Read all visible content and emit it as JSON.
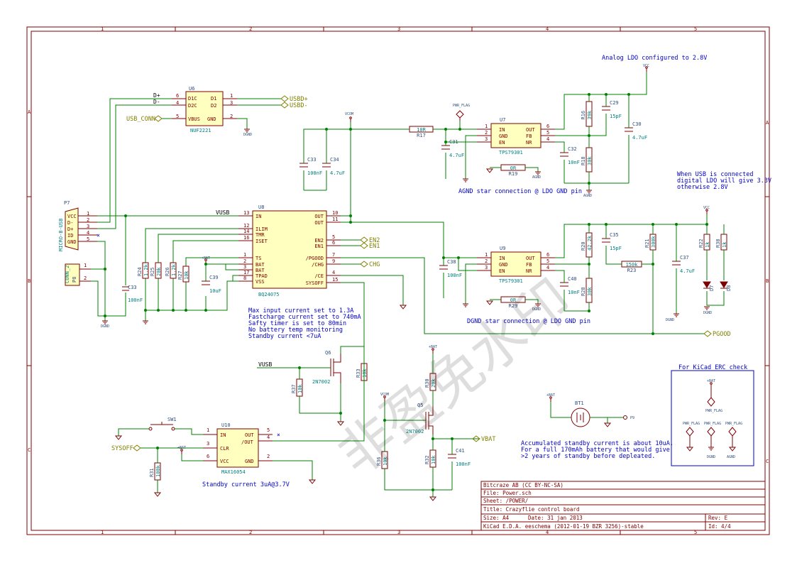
{
  "border": {
    "cols": [
      "1",
      "2",
      "3",
      "4",
      "5"
    ],
    "rows": [
      "A",
      "B",
      "C"
    ]
  },
  "notes": {
    "analog_ldo": "Analog LDO configured to 2.8V",
    "agnd_star": "AGND star connection @ LDO GND pin",
    "dgnd_star": "DGND star connection @ LDO GND pin",
    "usb_line1": "When USB is connected",
    "usb_line2": "digital LDO will give 3.3V",
    "usb_line3": "otherwise 2.8V",
    "max_input_1": "Max input current set to 1.3A",
    "max_input_2": "Fastcharge current set to 740mA",
    "max_input_3": "Safty timer is set to 80min",
    "max_input_4": "No battery temp monitoring",
    "max_input_5": "Standby current <7uA",
    "standby_u10": "Standby current 3uA@3.7V",
    "accum_1": "Accumulated standby current is about 10uA.",
    "accum_2": "For a full 170mAh battery that would give",
    "accum_3": ">2 years of standby before depleated.",
    "erc_title": "For KiCad ERC check"
  },
  "labels": {
    "usbd_plus": "USBD+",
    "usbd_minus": "USBD-",
    "usb_conn": "USB_CONN",
    "en2": "EN2",
    "en1": "EN1",
    "chg": "CHG",
    "pgood": "PGOOD",
    "vbat": "VBAT",
    "sysoff": "SYSOFF",
    "p9": "P9"
  },
  "nets": {
    "dplus": "D+",
    "dminus": "D-",
    "vusb_a": "VUSB",
    "vusb_b": "VUSB"
  },
  "components": {
    "u6": {
      "ref": "U6",
      "val": "NUF2221",
      "pins": [
        "D1C",
        "D2C",
        "VBUS",
        "D1",
        "D2",
        "GND"
      ],
      "nums": [
        "6",
        "4",
        "5",
        "1",
        "3",
        "2"
      ]
    },
    "u7": {
      "ref": "U7",
      "val": "TPS79301",
      "pins": [
        "IN",
        "GND",
        "EN",
        "OUT",
        "FB",
        "NR"
      ],
      "nums": [
        "1",
        "2",
        "3",
        "6",
        "5",
        "4"
      ]
    },
    "u8": {
      "ref": "U8",
      "val": "BQ24075",
      "pins": [
        "IN",
        "ILIM",
        "TMR",
        "ISET",
        "TS",
        "BAT",
        "BAT",
        "TPAD",
        "VSS",
        "OUT",
        "OUT",
        "EN2",
        "EN1",
        "/PGOOD",
        "/CHG",
        "/CE",
        "SYSOFF"
      ],
      "nums": [
        "13",
        "12",
        "14",
        "16",
        "1",
        "2",
        "3",
        "17",
        "8",
        "10",
        "11",
        "5",
        "6",
        "7",
        "9",
        "4",
        "15"
      ]
    },
    "u9": {
      "ref": "U9",
      "val": "TPS79301",
      "pins": [
        "IN",
        "GND",
        "EN",
        "OUT",
        "FB",
        "NR"
      ],
      "nums": [
        "1",
        "2",
        "3",
        "6",
        "5",
        "4"
      ]
    },
    "u10": {
      "ref": "U10",
      "val": "MAX16054",
      "pins": [
        "IN",
        "CLR",
        "VCC",
        "OUT",
        "/OUT",
        "GND"
      ],
      "nums": [
        "1",
        "3",
        "6",
        "5",
        "4",
        "2"
      ]
    },
    "p7": {
      "ref": "P7",
      "val": "MICRO-B-USB",
      "pins": [
        "VCC",
        "D-",
        "D+",
        "ID",
        "GND"
      ],
      "nums": [
        "1",
        "2",
        "3",
        "4",
        "5"
      ]
    },
    "p8": {
      "ref": "P8",
      "val": "CONN_2",
      "nums": [
        "1",
        "2"
      ]
    },
    "q6": {
      "ref": "Q6",
      "val": "2N7002"
    },
    "q5": {
      "ref": "Q5",
      "val": "2N7002"
    },
    "sw1": {
      "ref": "SW1"
    },
    "bt1": {
      "ref": "BT1"
    },
    "d7": {
      "ref": "D7"
    },
    "d8": {
      "ref": "D8"
    }
  },
  "passives": [
    {
      "ref": "R17",
      "val": "10R"
    },
    {
      "ref": "R19",
      "val": "0R"
    },
    {
      "ref": "R16",
      "val": "39k"
    },
    {
      "ref": "R18",
      "val": "30k"
    },
    {
      "ref": "R20",
      "val": "42.2k"
    },
    {
      "ref": "R28",
      "val": "30k"
    },
    {
      "ref": "R29",
      "val": "0R"
    },
    {
      "ref": "R23",
      "val": "150k"
    },
    {
      "ref": "R21",
      "val": "300k"
    },
    {
      "ref": "R22",
      "val": "1k"
    },
    {
      "ref": "R38",
      "val": "1k"
    },
    {
      "ref": "R24",
      "val": "1.2k"
    },
    {
      "ref": "R25",
      "val": "20k"
    },
    {
      "ref": "R26",
      "val": "1.2k"
    },
    {
      "ref": "R27",
      "val": "10k"
    },
    {
      "ref": "R37",
      "val": "10k"
    },
    {
      "ref": "R33",
      "val": "10k"
    },
    {
      "ref": "R30",
      "val": "20k"
    },
    {
      "ref": "R36",
      "val": "10k"
    },
    {
      "ref": "R32",
      "val": "10k"
    },
    {
      "ref": "R31",
      "val": "100k"
    },
    {
      "ref": "C29",
      "val": "15pF"
    },
    {
      "ref": "C30",
      "val": "4.7uF"
    },
    {
      "ref": "C31",
      "val": "4.7uF"
    },
    {
      "ref": "C32",
      "val": "10nF"
    },
    {
      "ref": "C33",
      "val": "100nF"
    },
    {
      "ref": "C34",
      "val": "4.7uF"
    },
    {
      "ref": "C35",
      "val": "15pF"
    },
    {
      "ref": "C37",
      "val": "4.7uF"
    },
    {
      "ref": "C38",
      "val": "100nF"
    },
    {
      "ref": "C40",
      "val": "10nF"
    },
    {
      "ref": "C36",
      "val": "100nF"
    },
    {
      "ref": "C39",
      "val": "10uF"
    },
    {
      "ref": "C41",
      "val": "100nF"
    }
  ],
  "power": {
    "vcom": "VCOM",
    "vcc": "VCC",
    "vbat": "+BAT",
    "dgnd": "DGND",
    "agnd": "AGND",
    "pwr_flag": "PWR_FLAG"
  },
  "titleblock": {
    "company": "Bitcraze AB (CC BY-NC-SA)",
    "file": "File: Power.sch",
    "sheet": "Sheet: /POWER/",
    "title": "Title: Crazyflie control board",
    "size": "Size: A4",
    "date": "Date: 31 jan 2013",
    "rev": "Rev: E",
    "kicad": "KiCad E.D.A.  eeschema (2012-01-19 BZR 3256)-stable",
    "id": "Id: 4/4"
  },
  "watermark": "非盈免水印"
}
